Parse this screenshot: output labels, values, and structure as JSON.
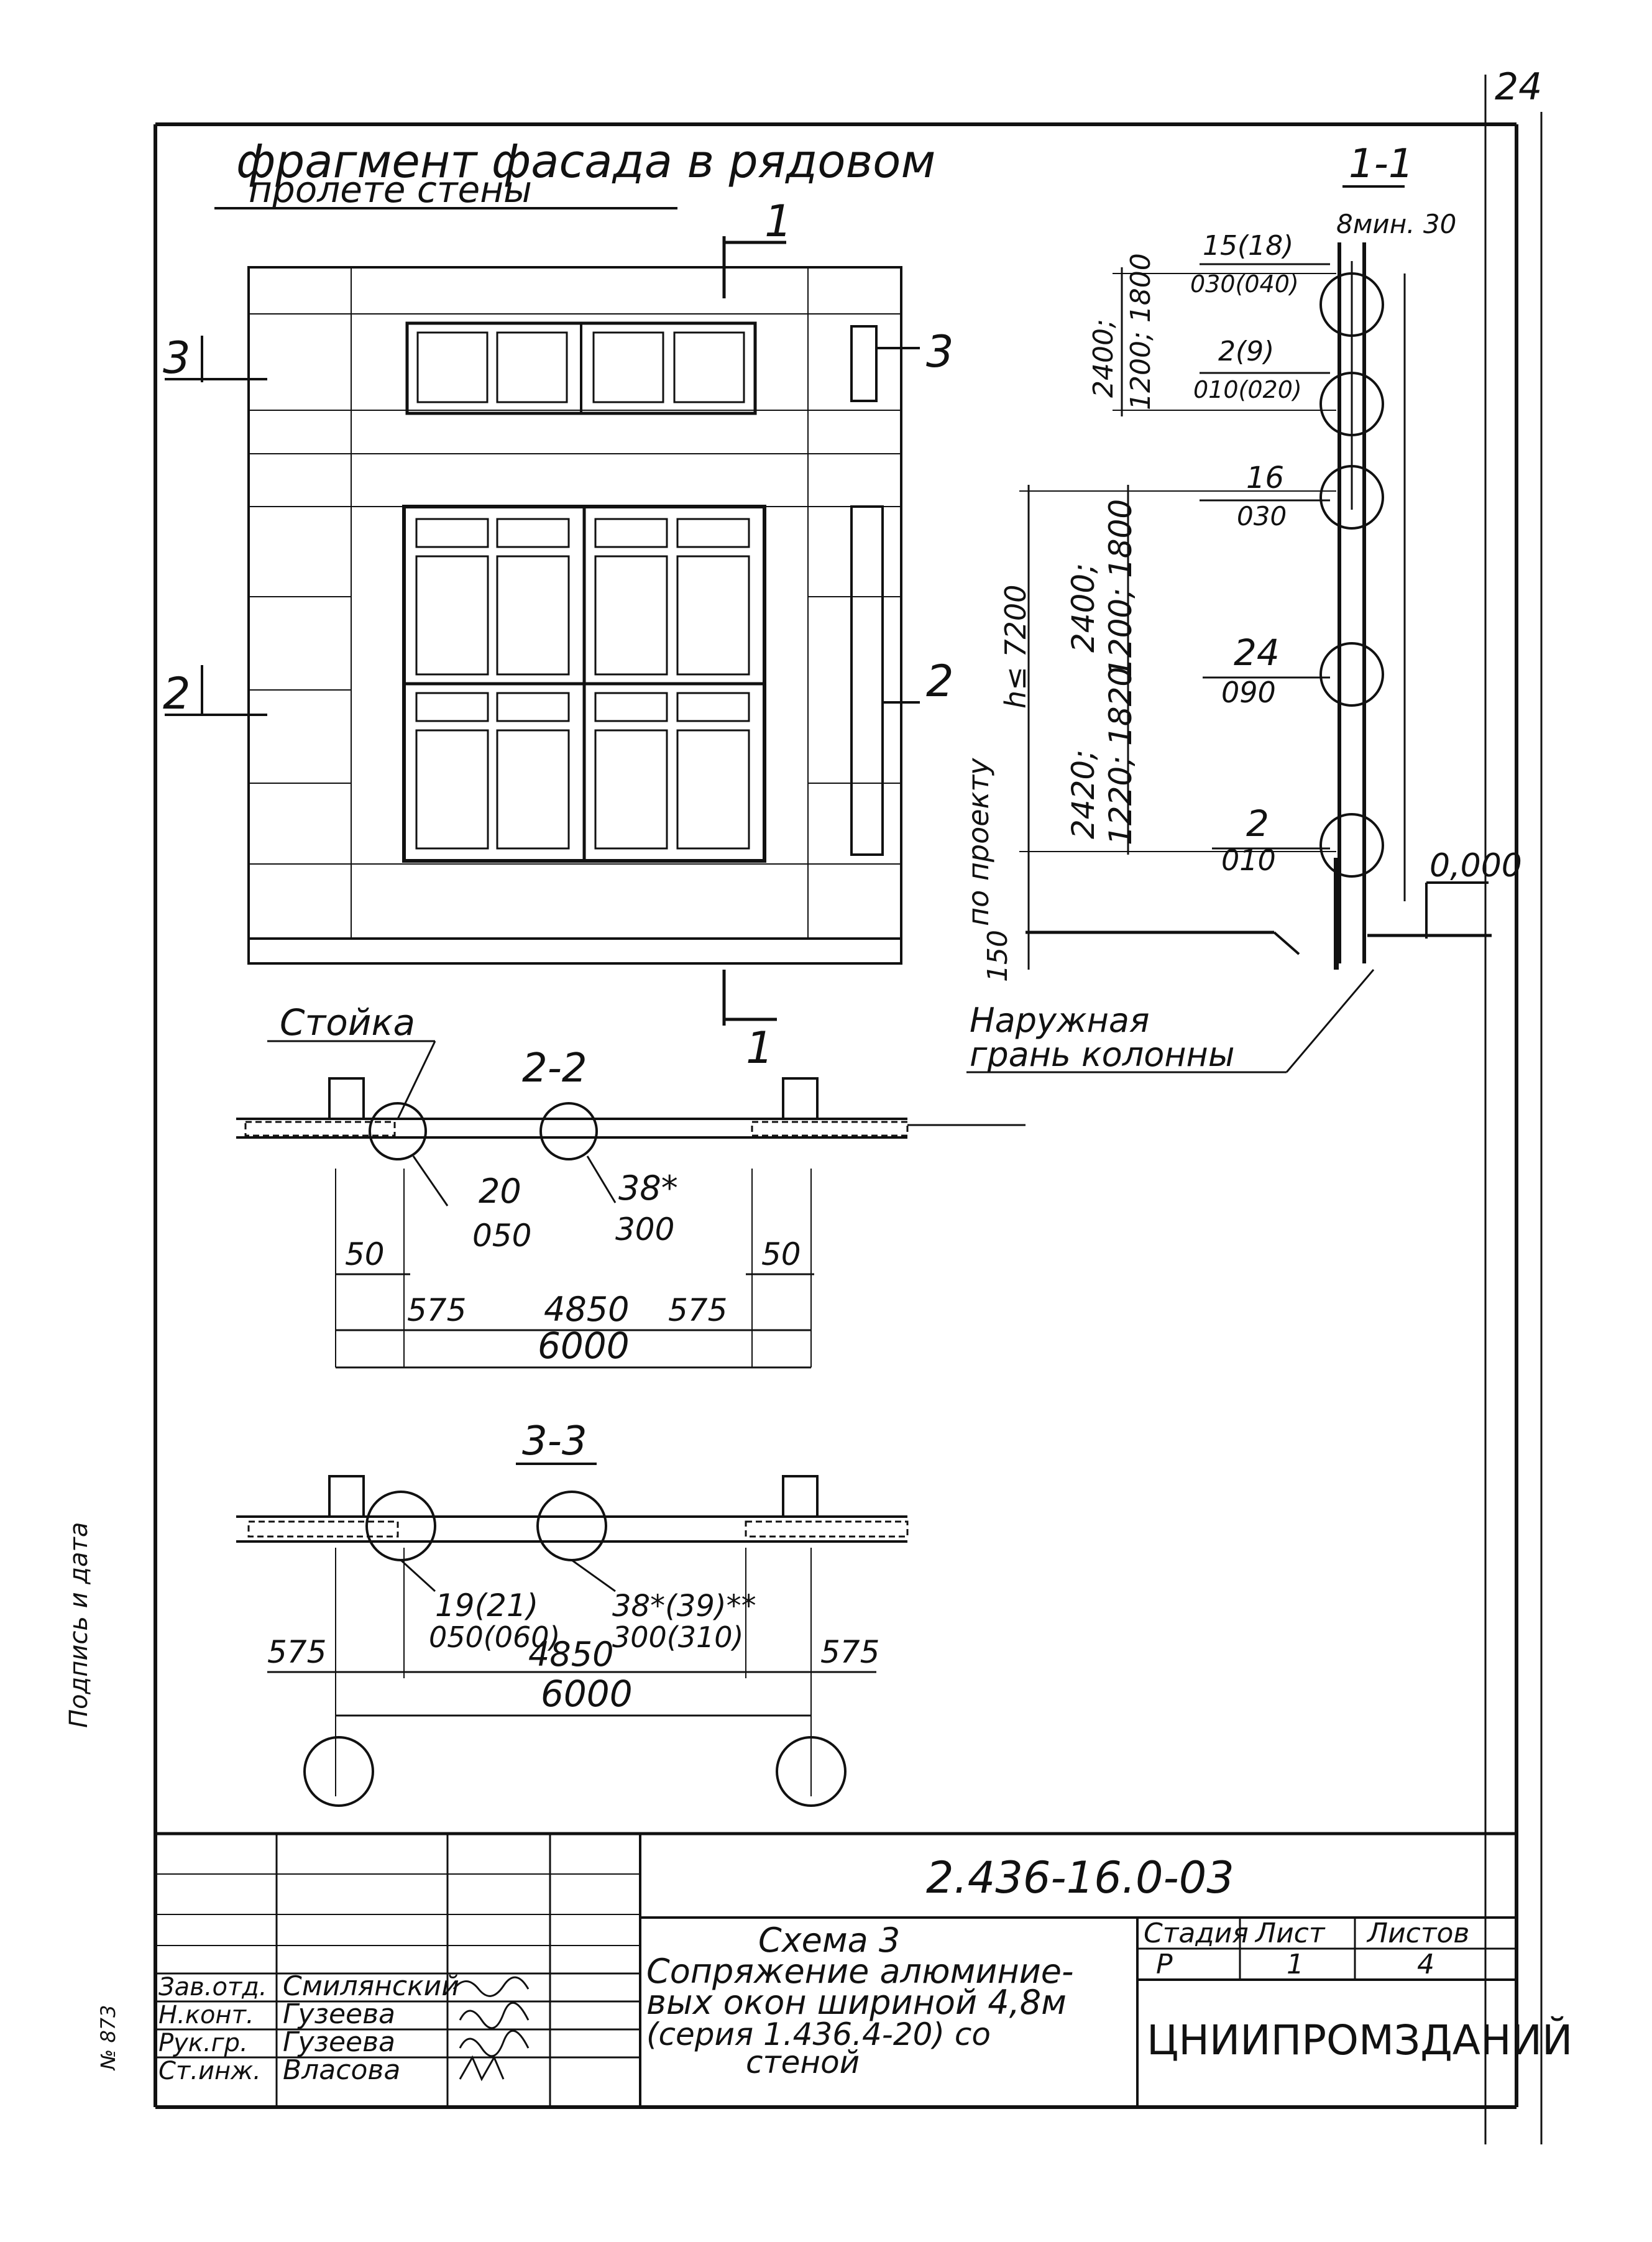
{
  "sheet": {
    "page_number": "24",
    "facade_title_line1": "фрагмент фасада в рядовом",
    "facade_title_line2": "пролете стены"
  },
  "section_labels": {
    "s1": "1-1",
    "s2": "2-2",
    "s3": "3-3",
    "cut1": "1",
    "cut2": "2",
    "cut3": "3"
  },
  "annotations": {
    "stoika": "Стойка",
    "outer_face_line1": "Наружная",
    "outer_face_line2": "грань колонны",
    "po_proektu": "по проекту",
    "h_le": "h≤ 7200",
    "zero_mark": "0,000",
    "dim_150": "150",
    "top_dims": "8мин. 30"
  },
  "nodes_1_1": [
    {
      "num": "15(18)",
      "den": "030(040)"
    },
    {
      "num": "2(9)",
      "den": "010(020)"
    },
    {
      "num": "16",
      "den": "030"
    },
    {
      "num": "24",
      "den": "090"
    },
    {
      "num": "2",
      "den": "010"
    }
  ],
  "vertical_dims": {
    "d1_line1": "2400;",
    "d1_line2": "1200; 1800",
    "d2_line1": "2400;",
    "d2_line2": "1200; 1800",
    "d3_line1": "2420;",
    "d3_line2": "1220; 1820"
  },
  "section_2_2": {
    "node_a_num": "20",
    "node_a_den": "050",
    "node_b_num": "38*",
    "node_b_den": "300",
    "d50_left": "50",
    "d50_right": "50",
    "d575_left": "575",
    "d4850": "4850",
    "d575_right": "575",
    "d6000": "6000"
  },
  "section_3_3": {
    "node_a_num": "19(21)",
    "node_a_den": "050(060)",
    "node_b_num": "38*(39)**",
    "node_b_den": "300(310)",
    "d575_left": "575",
    "d4850": "4850",
    "d575_right": "575",
    "d6000": "6000"
  },
  "title_block": {
    "code": "2.436-16.0-03",
    "title_line1": "Схема 3",
    "title_line2": "Сопряжение алюминие-",
    "title_line3": "вых окон шириной 4,8м",
    "title_line4": "(серия 1.436.4-20) со",
    "title_line5": "стеной",
    "col_stage": "Стадия",
    "col_sheet": "Лист",
    "col_sheets": "Листов",
    "stage": "Р",
    "sheet": "1",
    "sheets": "4",
    "org": "ЦНИИПРОМЗДАНИЙ",
    "roles": [
      {
        "role": "Зав.отд.",
        "name": "Смилянский"
      },
      {
        "role": "Н.конт.",
        "name": "Гузеева"
      },
      {
        "role": "Рук.гр.",
        "name": "Гузеева"
      },
      {
        "role": "Ст.инж.",
        "name": "Власова"
      }
    ],
    "side_stamp": "Подпись и дата",
    "inv": "№ 873"
  }
}
